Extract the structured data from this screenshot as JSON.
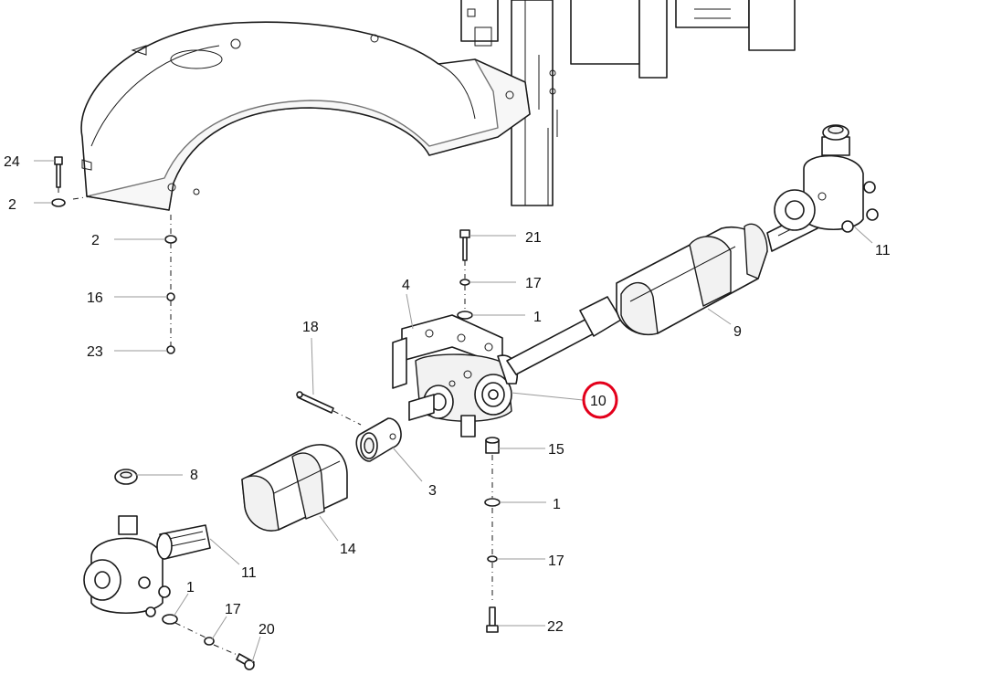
{
  "colors": {
    "highlight": "#e3001b",
    "ink": "#1a1a1a",
    "leader": "#9a9a9a"
  },
  "highlighted": "10",
  "callouts": [
    {
      "id": "c24",
      "label": "24"
    },
    {
      "id": "c2a",
      "label": "2"
    },
    {
      "id": "c2b",
      "label": "2"
    },
    {
      "id": "c16",
      "label": "16"
    },
    {
      "id": "c23",
      "label": "23"
    },
    {
      "id": "c21",
      "label": "21"
    },
    {
      "id": "c17a",
      "label": "17"
    },
    {
      "id": "c1a",
      "label": "1"
    },
    {
      "id": "c4",
      "label": "4"
    },
    {
      "id": "c18",
      "label": "18"
    },
    {
      "id": "c9",
      "label": "9"
    },
    {
      "id": "c11a",
      "label": "11"
    },
    {
      "id": "c10",
      "label": "10"
    },
    {
      "id": "c15",
      "label": "15"
    },
    {
      "id": "c3",
      "label": "3"
    },
    {
      "id": "c8",
      "label": "8"
    },
    {
      "id": "c1b",
      "label": "1"
    },
    {
      "id": "c14",
      "label": "14"
    },
    {
      "id": "c11b",
      "label": "11"
    },
    {
      "id": "c17b",
      "label": "17"
    },
    {
      "id": "c1c",
      "label": "1"
    },
    {
      "id": "c17c",
      "label": "17"
    },
    {
      "id": "c20",
      "label": "20"
    },
    {
      "id": "c22",
      "label": "22"
    }
  ]
}
